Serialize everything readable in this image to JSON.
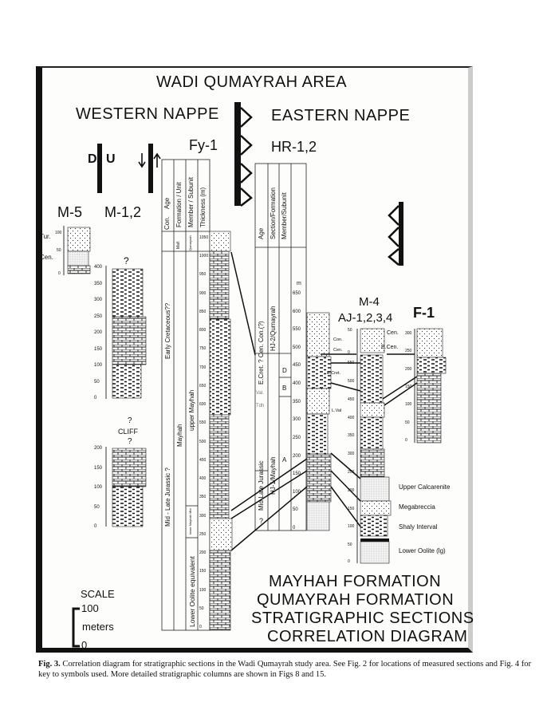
{
  "figure": {
    "title": "WADI QUMAYRAH AREA",
    "western_nappe": "WESTERN NAPPE",
    "eastern_nappe": "EASTERN NAPPE",
    "fault_labels": {
      "down": "D",
      "up": "U"
    },
    "sections": {
      "m5": {
        "name": "M-5",
        "labels": [
          "Tur.",
          "Cen."
        ],
        "ticks": [
          "100",
          "50",
          "0"
        ]
      },
      "m12": {
        "name": "M-1,2",
        "question": "?",
        "cliff": "CLIFF",
        "ticks_upper": [
          "400",
          "350",
          "300",
          "250",
          "200",
          "150",
          "100",
          "50",
          "0"
        ],
        "ticks_lower": [
          "200",
          "150",
          "100",
          "50",
          "0"
        ]
      },
      "fy1": {
        "name": "Fy-1",
        "headers": [
          "Con.",
          "Age",
          "Formation / Unit",
          "Member / Subunit",
          "Thickness (m)"
        ],
        "top_labels": [
          "Mafi",
          "Qumayrah"
        ],
        "ages": [
          "Early Cretaceous??",
          "Mid - Late  Jurassic ?"
        ],
        "formation": "Mayhah",
        "members": [
          "upper  Mayhah",
          "lower Mayhah Mbr",
          "Lower Oolite equivalent"
        ],
        "ticks": [
          "1050",
          "1000",
          "950",
          "900",
          "850",
          "800",
          "750",
          "700",
          "650",
          "600",
          "550",
          "500",
          "450",
          "400",
          "350",
          "300",
          "250",
          "200",
          "150",
          "100",
          "50",
          "0"
        ]
      },
      "hr12": {
        "name": "HR-1,2",
        "headers": [
          "Age",
          "Section/Formation",
          "Member/Subunit"
        ],
        "ages": [
          "E.Cret. ? Cen. Con.(?)",
          "Mid-Late  Jurassic",
          "?"
        ],
        "formations": [
          "HJ-2/Qumayrah",
          "HJ-1/Mayhah"
        ],
        "stages": [
          "Val.",
          "Tdh"
        ],
        "members": [
          "D",
          "B",
          "A"
        ],
        "unit": "m",
        "ticks": [
          "650",
          "600",
          "550",
          "500",
          "450",
          "400",
          "350",
          "300",
          "250",
          "200",
          "150",
          "100",
          "50",
          "0"
        ],
        "annotations": [
          "Con.",
          "Cen.",
          "E.Cret.",
          "L.Val"
        ]
      },
      "aj": {
        "name_line1": "M-4",
        "name_line2": "AJ-1,2,3,4",
        "labels": [
          "Cen.",
          "E.Cen."
        ],
        "ticks": [
          "50",
          "0",
          "550",
          "500",
          "450",
          "400",
          "350",
          "300",
          "250",
          "200",
          "150",
          "100",
          "50",
          "0"
        ]
      },
      "f1": {
        "name": "F-1",
        "ticks": [
          "300",
          "250",
          "200",
          "150",
          "100",
          "50",
          "0"
        ]
      }
    },
    "units": [
      "Upper Calcarenite",
      "Megabreccia",
      "Shaly Interval",
      "Lower Oolite (lg)"
    ],
    "big_title": [
      "MAYHAH FORMATION",
      "QUMAYRAH FORMATION",
      "STRATIGRAPHIC SECTIONS",
      "CORRELATION DIAGRAM"
    ],
    "scale": {
      "label": "SCALE",
      "top": "100",
      "unit": "meters",
      "bottom": "0"
    }
  },
  "caption": {
    "label": "Fig. 3.",
    "text": "Correlation diagram for stratigraphic sections in the Wadi Qumayrah study area. See Fig. 2 for locations of measured sections and Fig. 4 for key to symbols used. More detailed stratigraphic columns are shown in Figs 8 and 15."
  }
}
